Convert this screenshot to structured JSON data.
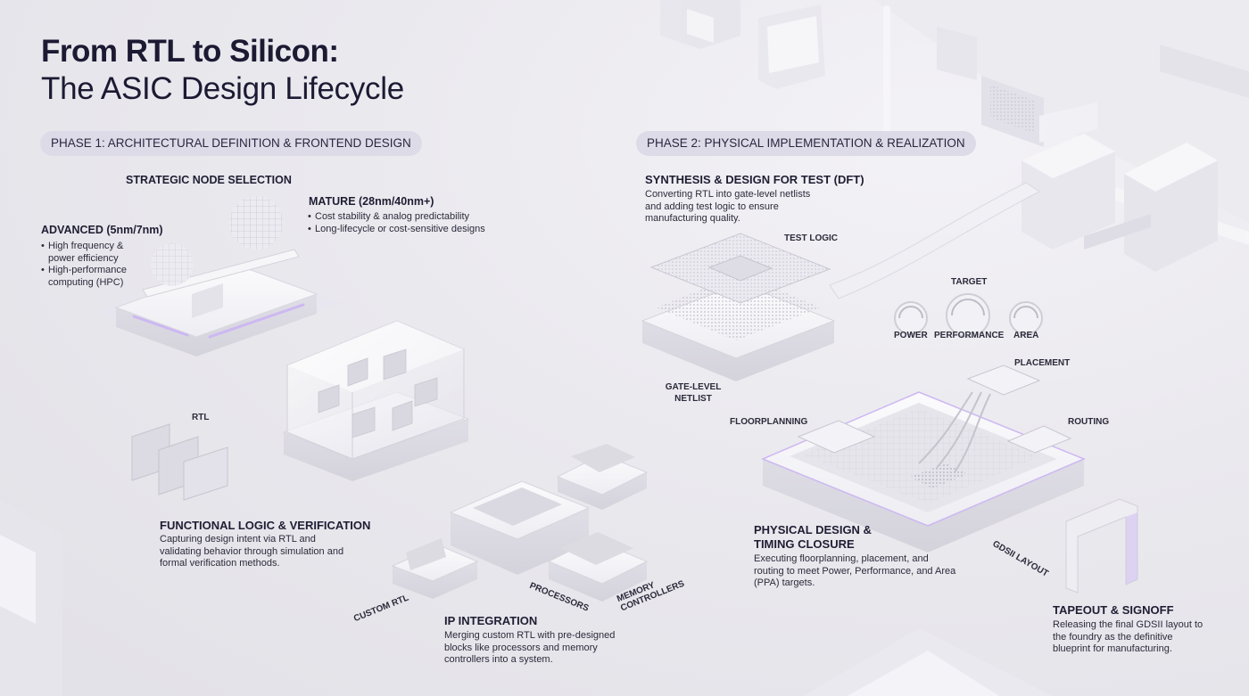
{
  "title": {
    "line1": "From RTL to Silicon:",
    "line2": "The ASIC Design Lifecycle"
  },
  "phase1": {
    "label": "PHASE 1: ARCHITECTURAL DEFINITION & FRONTEND DESIGN"
  },
  "phase2": {
    "label": "PHASE 2: PHYSICAL IMPLEMENTATION & REALIZATION"
  },
  "node_selection": {
    "heading": "STRATEGIC NODE SELECTION",
    "advanced": {
      "title": "ADVANCED (5nm/7nm)",
      "bullets": [
        "High frequency & power efficiency",
        "High-performance computing (HPC)"
      ]
    },
    "mature": {
      "title": "MATURE (28nm/40nm+)",
      "bullets": [
        "Cost stability & analog predictability",
        "Long-lifecycle or cost-sensitive designs"
      ]
    }
  },
  "rtl_label": "RTL",
  "functional": {
    "title": "FUNCTIONAL LOGIC & VERIFICATION",
    "desc": "Capturing design intent via RTL and validating behavior through simulation and formal verification methods."
  },
  "ip": {
    "title": "IP INTEGRATION",
    "desc": "Merging custom RTL with pre-designed blocks like processors and memory controllers into a system.",
    "labels": {
      "custom": "CUSTOM RTL",
      "processors": "PROCESSORS",
      "memory": "MEMORY CONTROLLERS"
    }
  },
  "synthesis": {
    "title": "SYNTHESIS & DESIGN FOR TEST (DFT)",
    "desc": "Converting RTL into gate-level netlists and adding test logic to ensure manufacturing quality.",
    "test_logic": "TEST LOGIC",
    "netlist": "GATE-LEVEL NETLIST"
  },
  "ppa": {
    "target": "TARGET",
    "power": "POWER",
    "performance": "PERFORMANCE",
    "area": "AREA"
  },
  "physical": {
    "title": "PHYSICAL DESIGN & TIMING CLOSURE",
    "desc": "Executing floorplanning, placement, and routing to meet Power, Performance, and Area (PPA) targets.",
    "placement": "PLACEMENT",
    "floorplanning": "FLOORPLANNING",
    "routing": "ROUTING",
    "gdsii": "GDSII LAYOUT"
  },
  "tapeout": {
    "title": "TAPEOUT & SIGNOFF",
    "desc": "Releasing the final GDSII layout to the foundry as the definitive blueprint for manufacturing."
  },
  "colors": {
    "accent": "#c9b6ee",
    "pill": "#dedbe8",
    "text": "#1f1d33"
  }
}
